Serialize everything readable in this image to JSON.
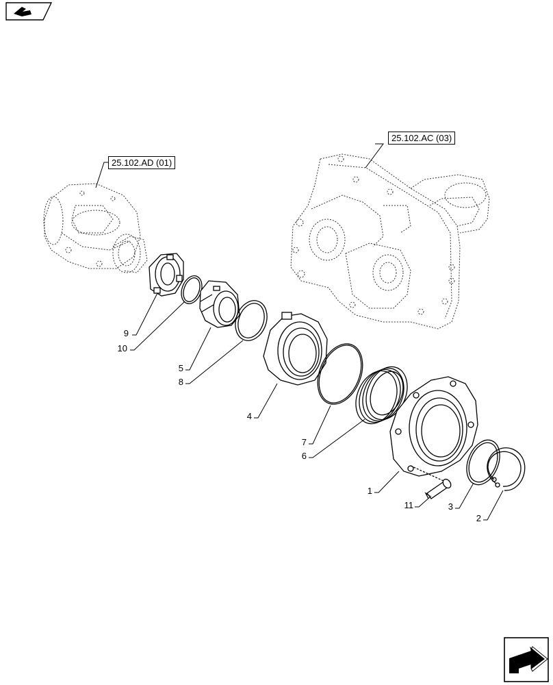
{
  "references": [
    {
      "id": "ad",
      "label": "25.102.AD (01)"
    },
    {
      "id": "ac",
      "label": "25.102.AC (03)"
    }
  ],
  "callouts": [
    {
      "id": "c9",
      "label": "9"
    },
    {
      "id": "c10",
      "label": "10"
    },
    {
      "id": "c5",
      "label": "5"
    },
    {
      "id": "c8",
      "label": "8"
    },
    {
      "id": "c4",
      "label": "4"
    },
    {
      "id": "c7",
      "label": "7"
    },
    {
      "id": "c6",
      "label": "6"
    },
    {
      "id": "c1",
      "label": "1"
    },
    {
      "id": "c11",
      "label": "11"
    },
    {
      "id": "c3",
      "label": "3"
    },
    {
      "id": "c2",
      "label": "2"
    }
  ],
  "icons": {
    "top_left": "book-arrow-icon",
    "bottom_right": "next-page-arrow-icon"
  }
}
